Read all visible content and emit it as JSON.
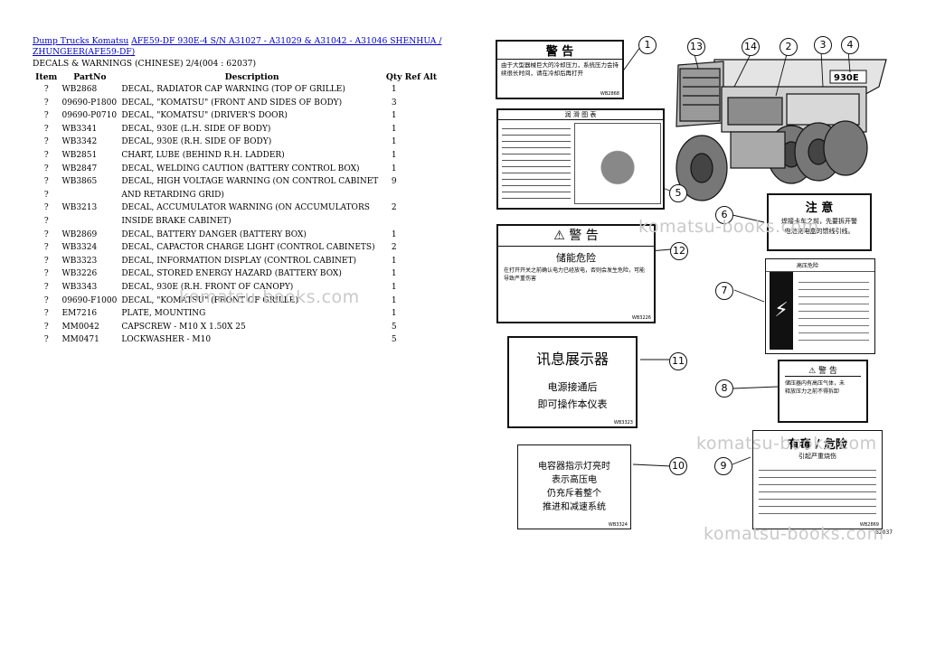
{
  "breadcrumb": {
    "link1": "Dump Trucks Komatsu",
    "link2": "AFE59-DF 930E-4 S/N A31027 - A31029 & A31042 - A31046 SHENHUA / ZHUNGEER(AFE59-DF)"
  },
  "subtitle": "DECALS & WARNINGS (CHINESE) 2/4(004 : 62037)",
  "table": {
    "headers": {
      "item": "Item",
      "partno": "PartNo",
      "description": "Description",
      "qty": "Qty Ref Alt"
    },
    "rows": [
      {
        "item": "?",
        "partno": "WB2868",
        "desc": "DECAL, RADIATOR CAP WARNING (TOP OF GRILLE)",
        "qty": "1"
      },
      {
        "item": "?",
        "partno": "09690-P1800",
        "desc": "DECAL, \"KOMATSU\" (FRONT AND SIDES OF BODY)",
        "qty": "3"
      },
      {
        "item": "?",
        "partno": "09690-P0710",
        "desc": "DECAL, \"KOMATSU\" (DRIVER'S DOOR)",
        "qty": "1"
      },
      {
        "item": "?",
        "partno": "WB3341",
        "desc": "DECAL, 930E (L.H. SIDE OF BODY)",
        "qty": "1"
      },
      {
        "item": "?",
        "partno": "WB3342",
        "desc": "DECAL, 930E (R.H. SIDE OF BODY)",
        "qty": "1"
      },
      {
        "item": "?",
        "partno": "WB2851",
        "desc": "CHART, LUBE (BEHIND R.H. LADDER)",
        "qty": "1"
      },
      {
        "item": "?",
        "partno": "WB2847",
        "desc": "DECAL, WELDING CAUTION (BATTERY CONTROL BOX)",
        "qty": "1"
      },
      {
        "item": "?",
        "partno": "WB3865",
        "desc": "DECAL, HIGH VOLTAGE WARNING (ON CONTROL CABINET",
        "qty": "9"
      },
      {
        "item": "?",
        "partno": "",
        "desc": "AND RETARDING GRID)",
        "qty": ""
      },
      {
        "item": "?",
        "partno": "WB3213",
        "desc": "DECAL, ACCUMULATOR WARNING (ON ACCUMULATORS",
        "qty": "2"
      },
      {
        "item": "?",
        "partno": "",
        "desc": "INSIDE BRAKE CABINET)",
        "qty": ""
      },
      {
        "item": "?",
        "partno": "WB2869",
        "desc": "DECAL, BATTERY DANGER (BATTERY BOX)",
        "qty": "1"
      },
      {
        "item": "?",
        "partno": "WB3324",
        "desc": "DECAL, CAPACTOR CHARGE LIGHT (CONTROL CABINETS)",
        "qty": "2"
      },
      {
        "item": "?",
        "partno": "WB3323",
        "desc": "DECAL, INFORMATION DISPLAY (CONTROL CABINET)",
        "qty": "1"
      },
      {
        "item": "?",
        "partno": "WB3226",
        "desc": "DECAL, STORED ENERGY HAZARD (BATTERY BOX)",
        "qty": "1"
      },
      {
        "item": "?",
        "partno": "WB3343",
        "desc": "DECAL, 930E (R.H. FRONT OF CANOPY)",
        "qty": "1"
      },
      {
        "item": "?",
        "partno": "09690-F1000",
        "desc": "DECAL, \"KOMATSU\" (FRONT OF GRILLE)",
        "qty": "1"
      },
      {
        "item": "?",
        "partno": "EM7216",
        "desc": "PLATE, MOUNTING",
        "qty": "1"
      },
      {
        "item": "?",
        "partno": "MM0042",
        "desc": "CAPSCREW - M10 X 1.50X 25",
        "qty": "5"
      },
      {
        "item": "?",
        "partno": "MM0471",
        "desc": "LOCKWASHER - M10",
        "qty": "5"
      }
    ]
  },
  "watermark": "komatsu-books.com",
  "diagram": {
    "truck_label": "930E",
    "callouts": [
      "1",
      "13",
      "14",
      "2",
      "3",
      "4",
      "5",
      "6",
      "12",
      "7",
      "11",
      "8",
      "10",
      "9"
    ],
    "decals": {
      "d1_title": "警 告",
      "d1_text": "由于大型器械巨大的冷却压力，系统压力会持续很长时间，请在冷却后再打开",
      "d1_code": "WB2868",
      "d5_title": "润 滑 图 表",
      "d12_title": "警 告",
      "d12_sub": "储能危险",
      "d12_text": "在打开开关之前确认电力已经放电，否则会发生危险，可能导致严重伤害",
      "d12_code": "WB3226",
      "d11_title": "讯息展示器",
      "d11_l1": "电源接通后",
      "d11_l2": "即可操作本仪表",
      "d11_code": "WB3323",
      "d10_l1": "电容器指示灯亮时",
      "d10_l2": "表示高压电",
      "d10_l3": "仍充斥着整个",
      "d10_l4": "推进和减速系统",
      "d10_code": "WB3324",
      "d6_title": "注 意",
      "d6_l1": "焊接卡车之前，先要拆开警",
      "d6_l2": "电池充电盒的馈线引线。",
      "d7_title": "高压危险",
      "d8_title": "警 告",
      "d8_l1": "储压器内有高压气体，未",
      "d8_l2": "释放压力之前不得拆卸",
      "d9_title": "有毒 / 危险",
      "d9_sub": "引起严重烧伤",
      "d9_code": "WB2869",
      "page_code": "62037"
    }
  }
}
